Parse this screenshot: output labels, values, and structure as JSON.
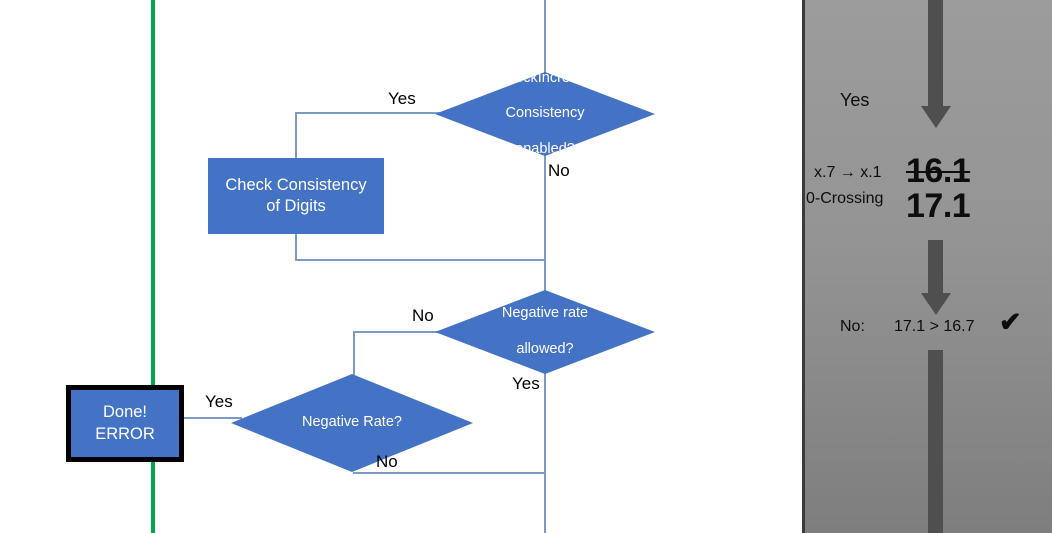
{
  "flowchart": {
    "main_spine_label": "main-vertical-flow-line",
    "nodes": {
      "check_increase": {
        "line1": "CheckIncrease",
        "line2": "Consistency",
        "line3": "enabled?"
      },
      "check_consistency": {
        "line1": "Check Consistency",
        "line2": "of Digits"
      },
      "negative_rate_allowed": {
        "line1": "Negative rate",
        "line2": "allowed?"
      },
      "negative_rate": {
        "line1": "Negative Rate?"
      },
      "done_error": {
        "line1": "Done!",
        "line2": "ERROR"
      }
    },
    "edges": {
      "check_increase_yes": "Yes",
      "check_increase_no": "No",
      "negative_allowed_no": "No",
      "negative_allowed_yes": "Yes",
      "negative_rate_yes": "Yes",
      "negative_rate_no": "No"
    },
    "colors": {
      "node_fill": "#4472C4",
      "node_text": "#FFFFFF",
      "connector": "#7A9BC4",
      "terminal_border": "#000000",
      "green_rule": "#00A550"
    }
  },
  "side_panel": {
    "yes_label": "Yes",
    "annotation_line1": "x.7 → x.1",
    "annotation_line2": "0-Crossing",
    "value_struck": "16.1",
    "value_kept": "17.1",
    "comparison_prefix": "No:",
    "comparison": "17.1 > 16.7",
    "check_glyph": "✔",
    "colors": {
      "panel_bg": "#999999",
      "arrow": "#4F4F4F",
      "text": "#0D0D0D"
    }
  }
}
